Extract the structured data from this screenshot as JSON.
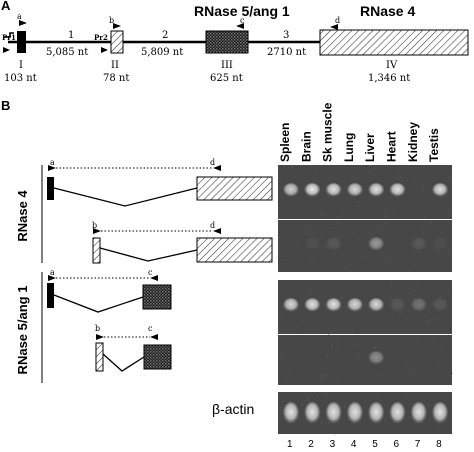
{
  "panelA": {
    "label": "A",
    "gene_titles": [
      "RNase 5/ang 1",
      "RNase 4"
    ],
    "promoters": [
      "Pr1",
      "Pr2"
    ],
    "exons": [
      {
        "roman": "I",
        "size": "103 nt"
      },
      {
        "roman": "II",
        "size": "78 nt"
      },
      {
        "roman": "III",
        "size": "625 nt"
      },
      {
        "roman": "IV",
        "size": "1,346 nt"
      }
    ],
    "introns": [
      {
        "num": "1",
        "size": "5,085 nt"
      },
      {
        "num": "2",
        "size": "5,809 nt"
      },
      {
        "num": "3",
        "size": "2710 nt"
      }
    ],
    "primers": [
      "a",
      "b",
      "c",
      "d"
    ]
  },
  "panelB": {
    "label": "B",
    "groups": [
      "RNase 4",
      "RNase 5/ang 1"
    ],
    "tissues": [
      "Spleen",
      "Brain",
      "Sk muscle",
      "Lung",
      "Liver",
      "Heart",
      "Kidney",
      "Testis"
    ],
    "actin_label": "β-actin",
    "lane_numbers": [
      "1",
      "2",
      "3",
      "4",
      "5",
      "6",
      "7",
      "8"
    ],
    "transcript_primers": [
      [
        "a",
        "d"
      ],
      [
        "b",
        "d"
      ],
      [
        "a",
        "c"
      ],
      [
        "b",
        "c"
      ]
    ],
    "band_intensity": [
      [
        0.75,
        0.9,
        0.85,
        0.8,
        0.85,
        0.85,
        0.0,
        0.85
      ],
      [
        0.0,
        0.05,
        0.1,
        0.0,
        0.45,
        0.0,
        0.1,
        0.05
      ],
      [
        0.8,
        0.85,
        0.85,
        0.8,
        0.8,
        0.1,
        0.25,
        0.1
      ],
      [
        0.0,
        0.0,
        0.0,
        0.0,
        0.4,
        0.0,
        0.0,
        0.0
      ],
      [
        0.85,
        0.85,
        0.85,
        0.85,
        0.85,
        0.85,
        0.85,
        0.85
      ]
    ]
  }
}
